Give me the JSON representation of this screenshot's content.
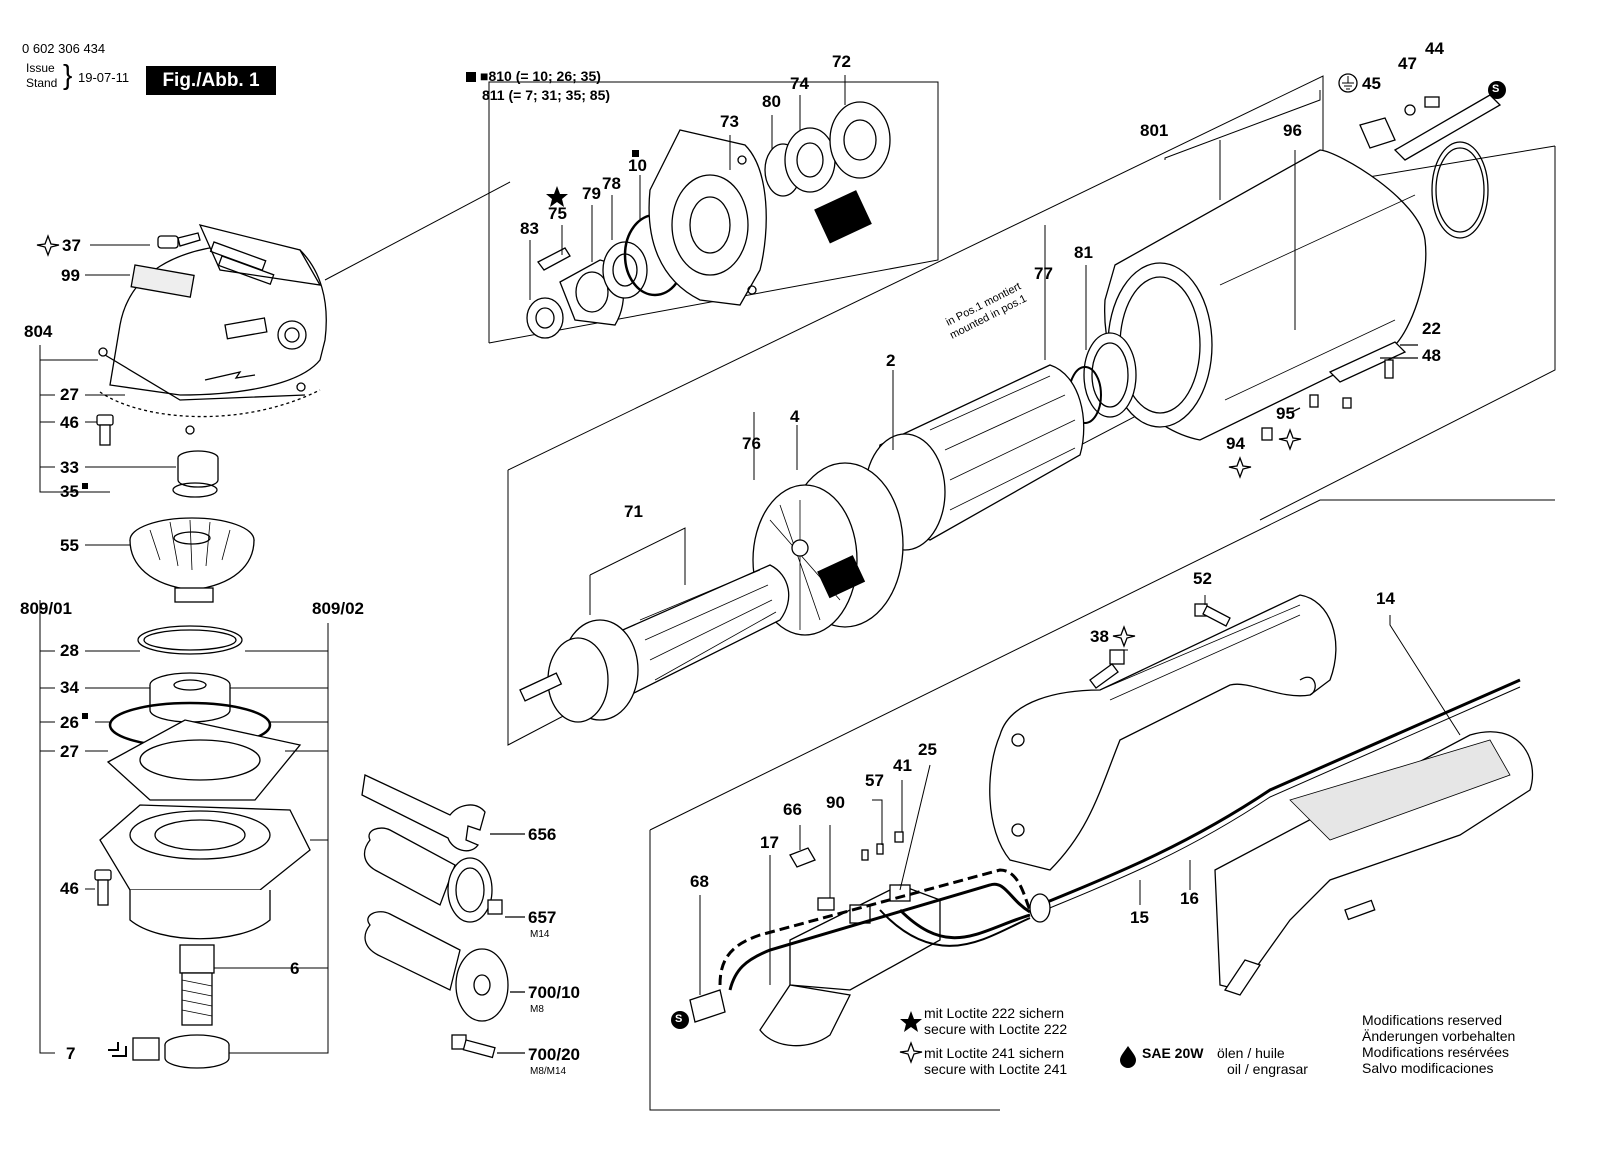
{
  "header": {
    "part_number": "0 602 306 434",
    "issue_label": "Issue",
    "stand_label": "Stand",
    "issue_date": "19-07-11",
    "figure_label": "Fig./Abb. 1"
  },
  "assemblies": {
    "line1": "■810 (= 10; 26; 35)",
    "line2": "811 (= 7; 31; 35; 85)"
  },
  "mount_note": {
    "line1": "in Pos.1 montiert",
    "line2": "mounted in pos.1"
  },
  "parts": {
    "p37": "37",
    "p99": "99",
    "p804": "804",
    "p27a": "27",
    "p46a": "46",
    "p33": "33",
    "p35": "35",
    "p55": "55",
    "p809_01": "809/01",
    "p809_02": "809/02",
    "p28": "28",
    "p34": "34",
    "p26": "26",
    "p27b": "27",
    "p46b": "46",
    "p6": "6",
    "p7": "7",
    "p656": "656",
    "p657": "657",
    "p657_sub": "M14",
    "p700_10": "700/10",
    "p700_10_sub": "M8",
    "p700_20": "700/20",
    "p700_20_sub": "M8/M14",
    "p83": "83",
    "p75": "75",
    "p79": "79",
    "p78": "78",
    "p10": "10",
    "p73": "73",
    "p80": "80",
    "p74": "74",
    "p72": "72",
    "p801": "801",
    "p96": "96",
    "p45": "45",
    "p47": "47",
    "p44": "44",
    "p77": "77",
    "p81": "81",
    "p2": "2",
    "p4": "4",
    "p76": "76",
    "p71": "71",
    "p22": "22",
    "p48": "48",
    "p95": "95",
    "p94": "94",
    "p52": "52",
    "p14": "14",
    "p38": "38",
    "p66": "66",
    "p90": "90",
    "p57": "57",
    "p41": "41",
    "p25": "25",
    "p17": "17",
    "p68": "68",
    "p15": "15",
    "p16": "16"
  },
  "notes": {
    "loctite222_de": "mit Loctite 222 sichern",
    "loctite222_en": "secure with Loctite 222",
    "loctite241_de": "mit Loctite 241 sichern",
    "loctite241_en": "secure with Loctite 241",
    "oil_code": "SAE 20W",
    "oil_de": "ölen / huile",
    "oil_en": "oil / engrasar"
  },
  "modifications": {
    "line1": "Modifications reserved",
    "line2": "Änderungen vorbehalten",
    "line3": "Modifications resérvées",
    "line4": "Salvo modificaciones"
  },
  "symbols": {
    "s_badge": "S"
  },
  "colors": {
    "ink": "#000000",
    "paper": "#ffffff",
    "shade": "#d9d9d9"
  }
}
